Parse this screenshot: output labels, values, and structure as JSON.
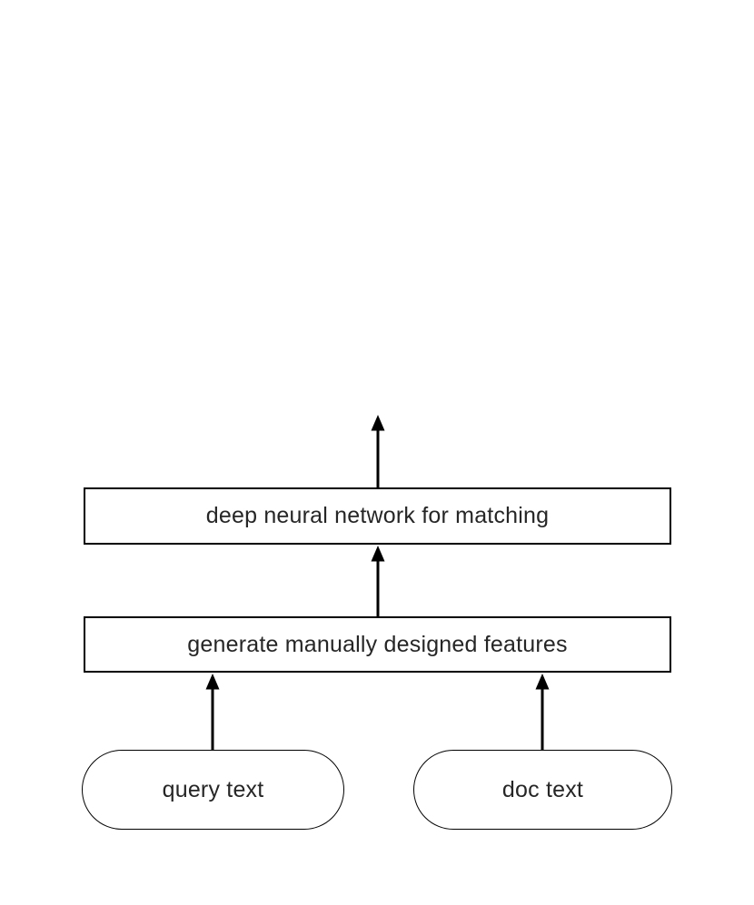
{
  "diagram": {
    "nodes": {
      "dnn": {
        "label": "deep neural network for matching"
      },
      "features": {
        "label": "generate manually designed features"
      },
      "query": {
        "label": "query text"
      },
      "doc": {
        "label": "doc text"
      }
    },
    "colors": {
      "stroke": "#000000",
      "text": "#262626",
      "background": "#ffffff"
    }
  }
}
